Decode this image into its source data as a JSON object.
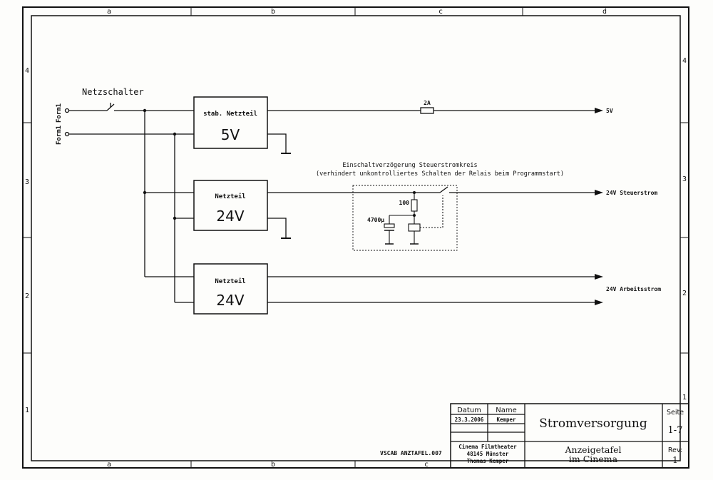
{
  "frame": {
    "col_labels_top": [
      "a",
      "b",
      "c",
      "d"
    ],
    "col_labels_bottom": [
      "a",
      "b",
      "c"
    ],
    "row_labels": [
      "4",
      "3",
      "2",
      "1"
    ]
  },
  "circuit": {
    "switch_label": "Netzschalter",
    "input_labels": [
      "Form1",
      "Form1"
    ],
    "supply_5v": {
      "title": "stab. Netzteil",
      "voltage": "5V"
    },
    "supply_24v_a": {
      "title": "Netzteil",
      "voltage": "24V"
    },
    "supply_24v_b": {
      "title": "Netzteil",
      "voltage": "24V"
    },
    "fuse_label": "2A",
    "out_5v": "5V",
    "out_steuer": "24V Steuerstrom",
    "out_arbeit": "24V Arbeitsstrom",
    "delay_title_1": "Einschaltverzögerung Steuerstromkreis",
    "delay_title_2": "(verhindert unkontrolliertes Schalten der Relais beim Programmstart)",
    "resistor": "100",
    "capacitor": "4700µ"
  },
  "title_block": {
    "drawing_ref": "VSCAB ANZTAFEL.007",
    "col_datum": "Datum",
    "col_name": "Name",
    "date": "23.3.2006",
    "name": "Kemper",
    "company_1": "Cinema Filmtheater",
    "company_2": "48145 Münster",
    "company_3": "Thomas Kemper",
    "title": "Stromversorgung",
    "project_1": "Anzeigetafel",
    "project_2": "im Cinema",
    "seite_label": "Seite",
    "seite_value": "1-7",
    "rev_label": "Rev:",
    "rev_value": "1"
  }
}
